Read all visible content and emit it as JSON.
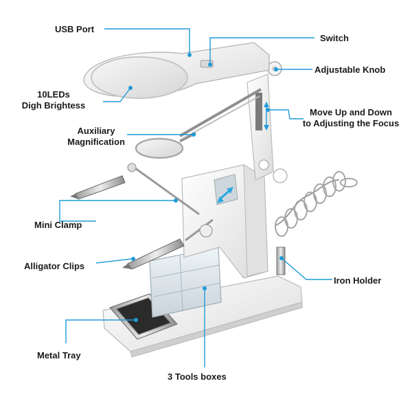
{
  "labels": {
    "usb_port": "USB Port",
    "switch": "Switch",
    "adjustable_knob": "Adjustable Knob",
    "leds_line1": "10LEDs",
    "leds_line2": "Digh Brightess",
    "focus_line1": "Move Up and Down",
    "focus_line2": "to Adjusting the Focus",
    "aux_line1": "Auxiliary",
    "aux_line2": "Magnification",
    "mini_clamp": "Mini Clamp",
    "alligator_clips": "Alligator Clips",
    "iron_holder": "Iron Holder",
    "metal_tray": "Metal Tray",
    "tools_boxes": "3  Tools boxes"
  },
  "colors": {
    "leader_line": "#1e9bd7",
    "label_text": "#1a1a1a",
    "product_body": "#f2f2f2",
    "product_outline": "#b9b9b9",
    "arrow_accent": "#2aa7de"
  }
}
